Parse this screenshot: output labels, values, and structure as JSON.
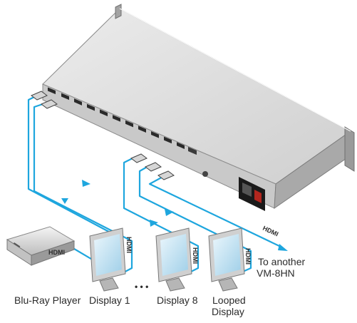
{
  "labels": {
    "blu_ray_player": "Blu-Ray Player",
    "display_1": "Display 1",
    "ellipsis": "• • •",
    "display_8": "Display 8",
    "looped_display_line1": "Looped",
    "looped_display_line2": "Display",
    "to_another_line1": "To another",
    "to_another_line2": "VM-8HN"
  },
  "cable_tags": {
    "player": "HDMI",
    "display_1": "HDMI",
    "display_8": "HDMI",
    "looped": "HDMI",
    "to_another": "HDMI"
  },
  "colors": {
    "cable": "#1ea6de",
    "chassis_top": "#dedede",
    "chassis_front": "#b9b9b9",
    "chassis_dark": "#8c8c8c",
    "port": "#2a2a2a",
    "power_module": "#1a1a1a",
    "screen": "#c7e6f5"
  },
  "icons": [
    "hdmi-port-icon",
    "power-socket-icon",
    "hdmi-plug-icon",
    "monitor-icon",
    "blu-ray-player-icon",
    "arrow-icon"
  ]
}
